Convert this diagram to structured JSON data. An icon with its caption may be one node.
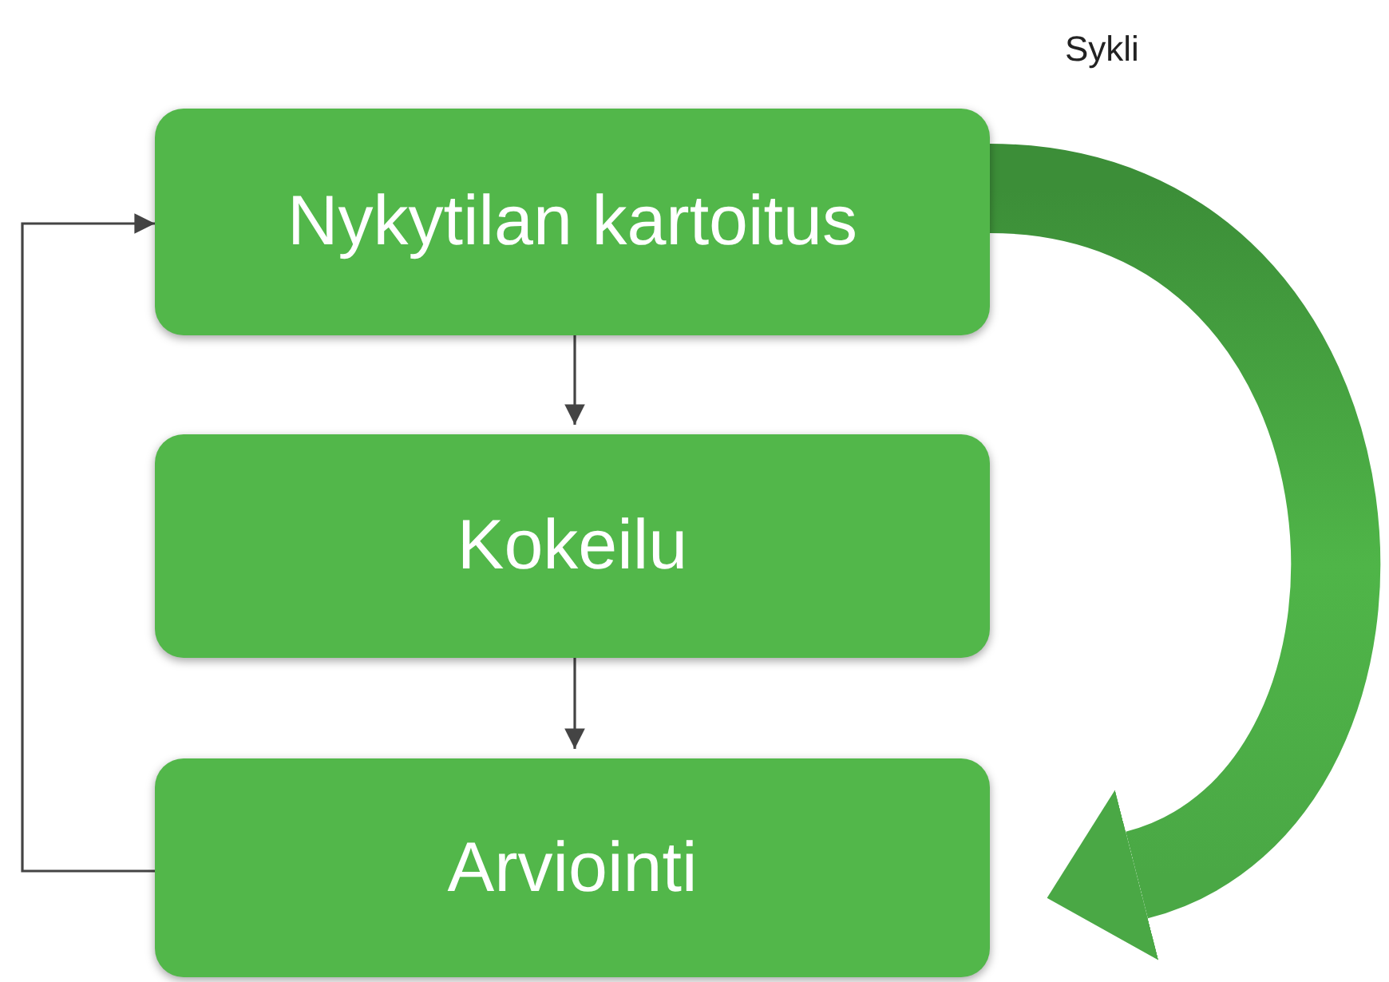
{
  "diagram": {
    "nodes": [
      {
        "text": [
          "Nykytilan kartoitus"
        ]
      },
      {
        "text": [
          "Kokeilu"
        ]
      },
      {
        "text": [
          "Arviointi"
        ]
      }
    ],
    "edges": [
      {
        "from": 0,
        "to": 1,
        "arrow": "to"
      },
      {
        "from": 1,
        "to": 2,
        "arrow": "to"
      },
      {
        "from": 2,
        "to": 0,
        "arrow": "to"
      },
      {
        "from": 0,
        "to": 2,
        "arrow": "to",
        "style": "thick",
        "color": "#4aa845"
      }
    ],
    "labels": [
      "Sykli"
    ]
  }
}
